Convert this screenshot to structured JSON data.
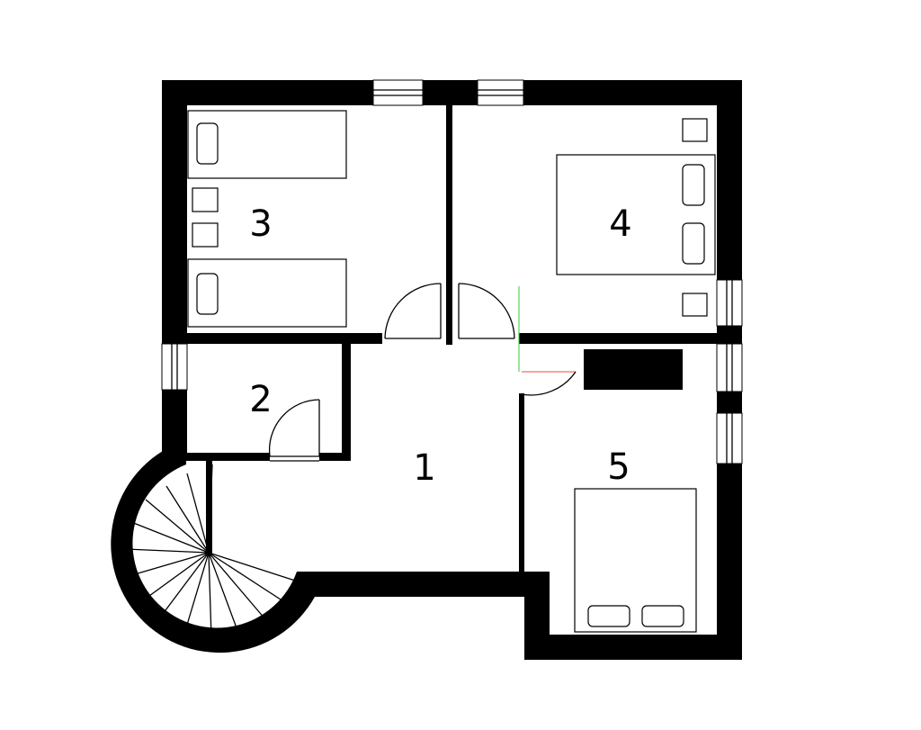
{
  "rooms": [
    {
      "id": "1",
      "label": "1"
    },
    {
      "id": "2",
      "label": "2"
    },
    {
      "id": "3",
      "label": "3"
    },
    {
      "id": "4",
      "label": "4"
    },
    {
      "id": "5",
      "label": "5"
    }
  ],
  "colors": {
    "wall": "#000000",
    "background": "#ffffff",
    "accent_green": "#2ecc40",
    "accent_red": "#e74c3c"
  }
}
